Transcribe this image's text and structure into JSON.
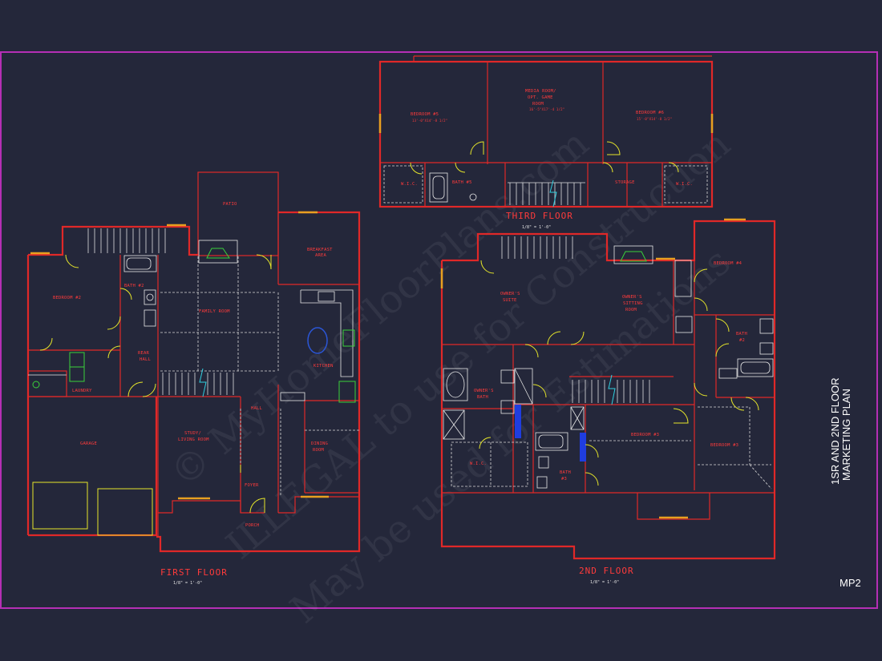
{
  "sheet": {
    "title_line1": "1SR AND 2ND FLOOR",
    "title_line2": "MARKETING PLAN",
    "number": "MP2"
  },
  "watermark": {
    "line1": "© MyHomeFloorPlans.com",
    "line2": "ILLEGAL to use for Construction",
    "line3": "May be used for Estimations"
  },
  "floors": {
    "first": {
      "title": "FIRST FLOOR",
      "scale": "1/8\" = 1'-0\"",
      "rooms": {
        "patio": "PATIO",
        "breakfast": [
          "BREAKFAST",
          "AREA"
        ],
        "bedroom2": "BEDROOM #2",
        "bath2": "BATH #2",
        "family": "FAMILY ROOM",
        "rear_hall": [
          "REAR",
          "HALL"
        ],
        "kitchen": "KITCHEN",
        "laundry": "LAUNDRY",
        "garage": "GARAGE",
        "study": [
          "STUDY/",
          "LIVING ROOM"
        ],
        "hall": "HALL",
        "dining": [
          "DINING",
          "ROOM"
        ],
        "foyer": "FOYER",
        "porch": "PORCH"
      }
    },
    "second": {
      "title": "2ND FLOOR",
      "scale": "1/8\" = 1'-0\"",
      "rooms": {
        "owners_suite": [
          "OWNER'S",
          "SUITE"
        ],
        "owners_sitting": [
          "OWNER'S",
          "SITTING",
          "ROOM"
        ],
        "bedroom4": "BEDROOM #4",
        "bath2": [
          "BATH",
          "#2"
        ],
        "owners_bath": [
          "OWNER'S",
          "BATH"
        ],
        "bedroom3a": "BEDROOM #3",
        "bedroom3b": "BEDROOM #3",
        "wic": "W.I.C.",
        "bath3": [
          "BATH",
          "#3"
        ]
      }
    },
    "third": {
      "title": "THIRD FLOOR",
      "scale": "1/8\" = 1'-0\"",
      "rooms": {
        "bedroom5": "BEDROOM #5",
        "bedroom5_dim": "13'-0\"X14'-8 1/2\"",
        "media": [
          "MEDIA ROOM/",
          "OPT. GAME",
          "ROOM"
        ],
        "media_dim": "16'-5\"X17'-4 1/2\"",
        "bedroom6": "BEDROOM #6",
        "bedroom6_dim": "15'-0\"X14'-8 1/2\"",
        "wic_left": "W.I.C.",
        "bath5": "BATH #5",
        "storage": "STORAGE",
        "wic_right": "W.I.C."
      }
    }
  },
  "colors": {
    "background": "#24273a",
    "walls": "#e02828",
    "labels": "#ff3b3b",
    "border": "#b52fb5",
    "doors": "#e6e62a",
    "windows": "#e8a020"
  }
}
